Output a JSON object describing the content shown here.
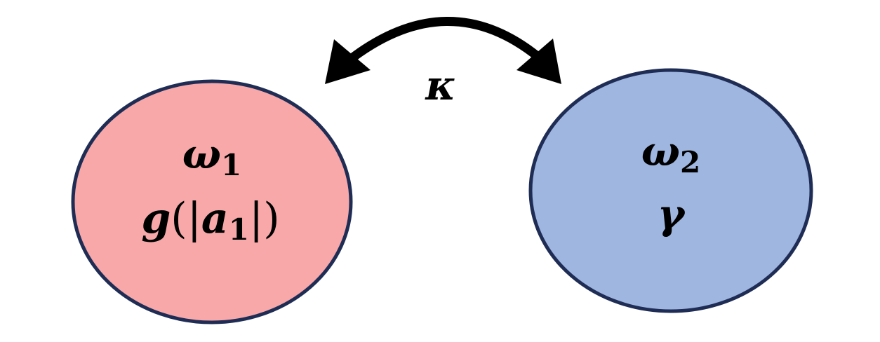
{
  "coupling": {
    "symbol": "κ",
    "arrow_color": "#000000"
  },
  "resonator_1": {
    "frequency_symbol": "ω",
    "frequency_subscript": "1",
    "gain_function": "g",
    "gain_open": "(|",
    "gain_variable": "a",
    "gain_subscript": "1",
    "gain_close": "|)",
    "fill_color": "#f8a8a8",
    "border_color": "#1f2d55"
  },
  "resonator_2": {
    "frequency_symbol": "ω",
    "frequency_subscript": "2",
    "loss_symbol": "γ",
    "fill_color": "#9eb6e0",
    "border_color": "#1f2d55"
  }
}
